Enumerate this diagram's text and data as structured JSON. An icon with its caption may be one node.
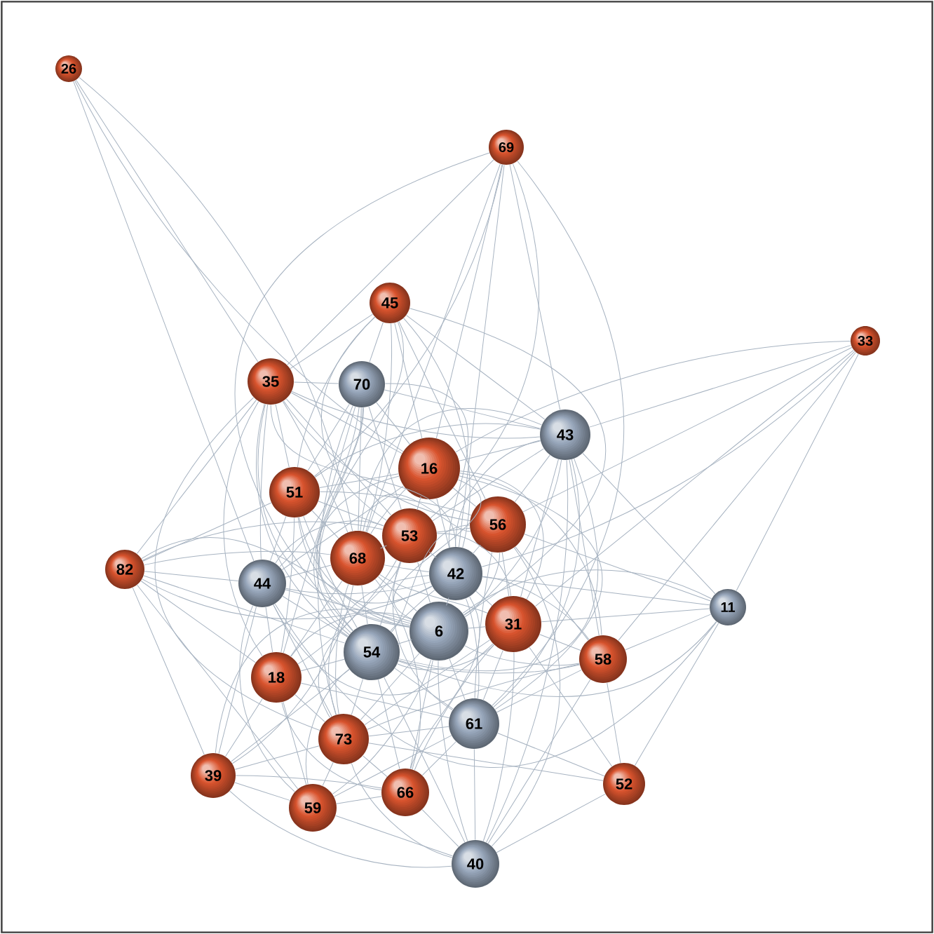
{
  "diagram": {
    "nodes": [
      {
        "text": [
          "26"
        ]
      },
      {
        "text": [
          "69"
        ]
      },
      {
        "text": [
          "45"
        ]
      },
      {
        "text": [
          "33"
        ]
      },
      {
        "text": [
          "35"
        ]
      },
      {
        "text": [
          "70"
        ]
      },
      {
        "text": [
          "43"
        ]
      },
      {
        "text": [
          "16"
        ]
      },
      {
        "text": [
          "51"
        ]
      },
      {
        "text": [
          "56"
        ]
      },
      {
        "text": [
          "53"
        ]
      },
      {
        "text": [
          "68"
        ]
      },
      {
        "text": [
          "82"
        ]
      },
      {
        "text": [
          "42"
        ]
      },
      {
        "text": [
          "44"
        ]
      },
      {
        "text": [
          "11"
        ]
      },
      {
        "text": [
          "31"
        ]
      },
      {
        "text": [
          "6"
        ]
      },
      {
        "text": [
          "54"
        ]
      },
      {
        "text": [
          "58"
        ]
      },
      {
        "text": [
          "18"
        ]
      },
      {
        "text": [
          "61"
        ]
      },
      {
        "text": [
          "73"
        ]
      },
      {
        "text": [
          "39"
        ]
      },
      {
        "text": [
          "52"
        ]
      },
      {
        "text": [
          "66"
        ]
      },
      {
        "text": [
          "59"
        ]
      },
      {
        "text": [
          "40"
        ]
      }
    ],
    "edges": [
      {
        "from": 0,
        "to": 4,
        "arrow": "none"
      },
      {
        "from": 0,
        "to": 14,
        "arrow": "none"
      },
      {
        "from": 0,
        "to": 7,
        "arrow": "none"
      },
      {
        "from": 0,
        "to": 11,
        "arrow": "none"
      },
      {
        "from": 1,
        "to": 4,
        "arrow": "none"
      },
      {
        "from": 1,
        "to": 6,
        "arrow": "none"
      },
      {
        "from": 1,
        "to": 7,
        "arrow": "none"
      },
      {
        "from": 1,
        "to": 10,
        "arrow": "none"
      },
      {
        "from": 1,
        "to": 11,
        "arrow": "none"
      },
      {
        "from": 1,
        "to": 13,
        "arrow": "none"
      },
      {
        "from": 1,
        "to": 18,
        "arrow": "none"
      },
      {
        "from": 1,
        "to": 21,
        "arrow": "none"
      },
      {
        "from": 1,
        "to": 8,
        "arrow": "none"
      },
      {
        "from": 3,
        "to": 6,
        "arrow": "none"
      },
      {
        "from": 3,
        "to": 7,
        "arrow": "none"
      },
      {
        "from": 3,
        "to": 9,
        "arrow": "none"
      },
      {
        "from": 3,
        "to": 13,
        "arrow": "none"
      },
      {
        "from": 3,
        "to": 16,
        "arrow": "none"
      },
      {
        "from": 3,
        "to": 15,
        "arrow": "none"
      },
      {
        "from": 3,
        "to": 19,
        "arrow": "none"
      },
      {
        "from": 15,
        "to": 6,
        "arrow": "none"
      },
      {
        "from": 15,
        "to": 9,
        "arrow": "none"
      },
      {
        "from": 15,
        "to": 16,
        "arrow": "none"
      },
      {
        "from": 15,
        "to": 17,
        "arrow": "none"
      },
      {
        "from": 15,
        "to": 13,
        "arrow": "none"
      },
      {
        "from": 15,
        "to": 19,
        "arrow": "none"
      },
      {
        "from": 15,
        "to": 18,
        "arrow": "none"
      },
      {
        "from": 15,
        "to": 24,
        "arrow": "none"
      },
      {
        "from": 15,
        "to": 14,
        "arrow": "none"
      },
      {
        "from": 12,
        "to": 8,
        "arrow": "none"
      },
      {
        "from": 12,
        "to": 4,
        "arrow": "none"
      },
      {
        "from": 12,
        "to": 14,
        "arrow": "none"
      },
      {
        "from": 12,
        "to": 11,
        "arrow": "none"
      },
      {
        "from": 12,
        "to": 10,
        "arrow": "none"
      },
      {
        "from": 12,
        "to": 13,
        "arrow": "none"
      },
      {
        "from": 12,
        "to": 17,
        "arrow": "none"
      },
      {
        "from": 12,
        "to": 18,
        "arrow": "none"
      },
      {
        "from": 12,
        "to": 20,
        "arrow": "none"
      },
      {
        "from": 12,
        "to": 23,
        "arrow": "none"
      },
      {
        "from": 12,
        "to": 26,
        "arrow": "none"
      },
      {
        "from": 2,
        "to": 4,
        "arrow": "none"
      },
      {
        "from": 2,
        "to": 5,
        "arrow": "none"
      },
      {
        "from": 2,
        "to": 7,
        "arrow": "none"
      },
      {
        "from": 2,
        "to": 10,
        "arrow": "none"
      },
      {
        "from": 2,
        "to": 11,
        "arrow": "none"
      },
      {
        "from": 2,
        "to": 13,
        "arrow": "none"
      },
      {
        "from": 2,
        "to": 9,
        "arrow": "none"
      },
      {
        "from": 2,
        "to": 6,
        "arrow": "none"
      },
      {
        "from": 2,
        "to": 18,
        "arrow": "none"
      },
      {
        "from": 2,
        "to": 17,
        "arrow": "none"
      },
      {
        "from": 2,
        "to": 8,
        "arrow": "none"
      },
      {
        "from": 4,
        "to": 5,
        "arrow": "none"
      },
      {
        "from": 4,
        "to": 7,
        "arrow": "none"
      },
      {
        "from": 4,
        "to": 8,
        "arrow": "none"
      },
      {
        "from": 4,
        "to": 14,
        "arrow": "none"
      },
      {
        "from": 4,
        "to": 11,
        "arrow": "none"
      },
      {
        "from": 4,
        "to": 10,
        "arrow": "none"
      },
      {
        "from": 4,
        "to": 13,
        "arrow": "none"
      },
      {
        "from": 4,
        "to": 18,
        "arrow": "none"
      },
      {
        "from": 4,
        "to": 17,
        "arrow": "none"
      },
      {
        "from": 4,
        "to": 6,
        "arrow": "none"
      },
      {
        "from": 4,
        "to": 20,
        "arrow": "none"
      },
      {
        "from": 4,
        "to": 22,
        "arrow": "none"
      },
      {
        "from": 4,
        "to": 9,
        "arrow": "none"
      },
      {
        "from": 5,
        "to": 6,
        "arrow": "none"
      },
      {
        "from": 5,
        "to": 7,
        "arrow": "none"
      },
      {
        "from": 5,
        "to": 8,
        "arrow": "none"
      },
      {
        "from": 5,
        "to": 11,
        "arrow": "none"
      },
      {
        "from": 5,
        "to": 10,
        "arrow": "none"
      },
      {
        "from": 5,
        "to": 18,
        "arrow": "none"
      },
      {
        "from": 5,
        "to": 17,
        "arrow": "none"
      },
      {
        "from": 5,
        "to": 14,
        "arrow": "none"
      },
      {
        "from": 5,
        "to": 22,
        "arrow": "none"
      },
      {
        "from": 5,
        "to": 20,
        "arrow": "none"
      },
      {
        "from": 5,
        "to": 13,
        "arrow": "none"
      },
      {
        "from": 6,
        "to": 7,
        "arrow": "none"
      },
      {
        "from": 6,
        "to": 9,
        "arrow": "none"
      },
      {
        "from": 6,
        "to": 10,
        "arrow": "none"
      },
      {
        "from": 6,
        "to": 13,
        "arrow": "none"
      },
      {
        "from": 6,
        "to": 17,
        "arrow": "none"
      },
      {
        "from": 6,
        "to": 16,
        "arrow": "none"
      },
      {
        "from": 6,
        "to": 19,
        "arrow": "none"
      },
      {
        "from": 6,
        "to": 21,
        "arrow": "none"
      },
      {
        "from": 6,
        "to": 27,
        "arrow": "none"
      },
      {
        "from": 6,
        "to": 18,
        "arrow": "none"
      },
      {
        "from": 6,
        "to": 11,
        "arrow": "none"
      },
      {
        "from": 6,
        "to": 8,
        "arrow": "none"
      },
      {
        "from": 7,
        "to": 8,
        "arrow": "none"
      },
      {
        "from": 7,
        "to": 10,
        "arrow": "none"
      },
      {
        "from": 7,
        "to": 9,
        "arrow": "none"
      },
      {
        "from": 7,
        "to": 11,
        "arrow": "none"
      },
      {
        "from": 7,
        "to": 13,
        "arrow": "none"
      },
      {
        "from": 7,
        "to": 17,
        "arrow": "none"
      },
      {
        "from": 7,
        "to": 16,
        "arrow": "none"
      },
      {
        "from": 7,
        "to": 18,
        "arrow": "none"
      },
      {
        "from": 7,
        "to": 14,
        "arrow": "none"
      },
      {
        "from": 7,
        "to": 21,
        "arrow": "none"
      },
      {
        "from": 7,
        "to": 19,
        "arrow": "none"
      },
      {
        "from": 8,
        "to": 11,
        "arrow": "none"
      },
      {
        "from": 8,
        "to": 10,
        "arrow": "none"
      },
      {
        "from": 8,
        "to": 14,
        "arrow": "none"
      },
      {
        "from": 8,
        "to": 18,
        "arrow": "none"
      },
      {
        "from": 8,
        "to": 17,
        "arrow": "none"
      },
      {
        "from": 8,
        "to": 13,
        "arrow": "none"
      },
      {
        "from": 8,
        "to": 20,
        "arrow": "none"
      },
      {
        "from": 8,
        "to": 9,
        "arrow": "none"
      },
      {
        "from": 10,
        "to": 11,
        "arrow": "none"
      },
      {
        "from": 10,
        "to": 9,
        "arrow": "none"
      },
      {
        "from": 10,
        "to": 13,
        "arrow": "none"
      },
      {
        "from": 10,
        "to": 17,
        "arrow": "none"
      },
      {
        "from": 10,
        "to": 18,
        "arrow": "none"
      },
      {
        "from": 10,
        "to": 16,
        "arrow": "none"
      },
      {
        "from": 10,
        "to": 14,
        "arrow": "none"
      },
      {
        "from": 10,
        "to": 22,
        "arrow": "none"
      },
      {
        "from": 10,
        "to": 21,
        "arrow": "none"
      },
      {
        "from": 10,
        "to": 20,
        "arrow": "none"
      },
      {
        "from": 9,
        "to": 13,
        "arrow": "none"
      },
      {
        "from": 9,
        "to": 16,
        "arrow": "none"
      },
      {
        "from": 9,
        "to": 17,
        "arrow": "none"
      },
      {
        "from": 9,
        "to": 19,
        "arrow": "none"
      },
      {
        "from": 9,
        "to": 21,
        "arrow": "none"
      },
      {
        "from": 9,
        "to": 18,
        "arrow": "none"
      },
      {
        "from": 9,
        "to": 27,
        "arrow": "none"
      },
      {
        "from": 9,
        "to": 11,
        "arrow": "none"
      },
      {
        "from": 11,
        "to": 14,
        "arrow": "none"
      },
      {
        "from": 11,
        "to": 13,
        "arrow": "none"
      },
      {
        "from": 11,
        "to": 17,
        "arrow": "none"
      },
      {
        "from": 11,
        "to": 18,
        "arrow": "none"
      },
      {
        "from": 11,
        "to": 20,
        "arrow": "none"
      },
      {
        "from": 11,
        "to": 22,
        "arrow": "none"
      },
      {
        "from": 11,
        "to": 25,
        "arrow": "none"
      },
      {
        "from": 11,
        "to": 23,
        "arrow": "none"
      },
      {
        "from": 11,
        "to": 16,
        "arrow": "none"
      },
      {
        "from": 14,
        "to": 18,
        "arrow": "none"
      },
      {
        "from": 14,
        "to": 20,
        "arrow": "none"
      },
      {
        "from": 14,
        "to": 17,
        "arrow": "none"
      },
      {
        "from": 14,
        "to": 13,
        "arrow": "none"
      },
      {
        "from": 14,
        "to": 23,
        "arrow": "none"
      },
      {
        "from": 14,
        "to": 26,
        "arrow": "none"
      },
      {
        "from": 14,
        "to": 22,
        "arrow": "none"
      },
      {
        "from": 14,
        "to": 16,
        "arrow": "none"
      },
      {
        "from": 13,
        "to": 17,
        "arrow": "none"
      },
      {
        "from": 13,
        "to": 16,
        "arrow": "none"
      },
      {
        "from": 13,
        "to": 18,
        "arrow": "none"
      },
      {
        "from": 13,
        "to": 21,
        "arrow": "none"
      },
      {
        "from": 13,
        "to": 19,
        "arrow": "none"
      },
      {
        "from": 13,
        "to": 25,
        "arrow": "none"
      },
      {
        "from": 13,
        "to": 22,
        "arrow": "none"
      },
      {
        "from": 17,
        "to": 18,
        "arrow": "none"
      },
      {
        "from": 17,
        "to": 16,
        "arrow": "none"
      },
      {
        "from": 17,
        "to": 21,
        "arrow": "none"
      },
      {
        "from": 17,
        "to": 19,
        "arrow": "none"
      },
      {
        "from": 17,
        "to": 22,
        "arrow": "none"
      },
      {
        "from": 17,
        "to": 20,
        "arrow": "none"
      },
      {
        "from": 17,
        "to": 25,
        "arrow": "none"
      },
      {
        "from": 17,
        "to": 27,
        "arrow": "none"
      },
      {
        "from": 17,
        "to": 26,
        "arrow": "none"
      },
      {
        "from": 17,
        "to": 23,
        "arrow": "none"
      },
      {
        "from": 16,
        "to": 19,
        "arrow": "none"
      },
      {
        "from": 16,
        "to": 21,
        "arrow": "none"
      },
      {
        "from": 16,
        "to": 18,
        "arrow": "none"
      },
      {
        "from": 16,
        "to": 27,
        "arrow": "none"
      },
      {
        "from": 16,
        "to": 24,
        "arrow": "none"
      },
      {
        "from": 16,
        "to": 25,
        "arrow": "none"
      },
      {
        "from": 16,
        "to": 22,
        "arrow": "none"
      },
      {
        "from": 19,
        "to": 24,
        "arrow": "none"
      },
      {
        "from": 19,
        "to": 21,
        "arrow": "none"
      },
      {
        "from": 19,
        "to": 27,
        "arrow": "none"
      },
      {
        "from": 19,
        "to": 18,
        "arrow": "none"
      },
      {
        "from": 19,
        "to": 22,
        "arrow": "none"
      },
      {
        "from": 18,
        "to": 20,
        "arrow": "none"
      },
      {
        "from": 18,
        "to": 22,
        "arrow": "none"
      },
      {
        "from": 18,
        "to": 21,
        "arrow": "none"
      },
      {
        "from": 18,
        "to": 26,
        "arrow": "none"
      },
      {
        "from": 18,
        "to": 25,
        "arrow": "none"
      },
      {
        "from": 18,
        "to": 23,
        "arrow": "none"
      },
      {
        "from": 18,
        "to": 27,
        "arrow": "none"
      },
      {
        "from": 20,
        "to": 22,
        "arrow": "none"
      },
      {
        "from": 20,
        "to": 23,
        "arrow": "none"
      },
      {
        "from": 20,
        "to": 26,
        "arrow": "none"
      },
      {
        "from": 20,
        "to": 25,
        "arrow": "none"
      },
      {
        "from": 20,
        "to": 21,
        "arrow": "none"
      },
      {
        "from": 21,
        "to": 27,
        "arrow": "none"
      },
      {
        "from": 21,
        "to": 24,
        "arrow": "none"
      },
      {
        "from": 21,
        "to": 25,
        "arrow": "none"
      },
      {
        "from": 21,
        "to": 22,
        "arrow": "none"
      },
      {
        "from": 21,
        "to": 26,
        "arrow": "none"
      },
      {
        "from": 22,
        "to": 26,
        "arrow": "none"
      },
      {
        "from": 22,
        "to": 23,
        "arrow": "none"
      },
      {
        "from": 22,
        "to": 25,
        "arrow": "none"
      },
      {
        "from": 22,
        "to": 27,
        "arrow": "none"
      },
      {
        "from": 23,
        "to": 26,
        "arrow": "none"
      },
      {
        "from": 23,
        "to": 27,
        "arrow": "none"
      },
      {
        "from": 23,
        "to": 25,
        "arrow": "none"
      },
      {
        "from": 26,
        "to": 25,
        "arrow": "none"
      },
      {
        "from": 26,
        "to": 27,
        "arrow": "none"
      },
      {
        "from": 25,
        "to": 27,
        "arrow": "none"
      },
      {
        "from": 24,
        "to": 27,
        "arrow": "none"
      },
      {
        "from": 24,
        "to": 22,
        "arrow": "none"
      }
    ]
  }
}
